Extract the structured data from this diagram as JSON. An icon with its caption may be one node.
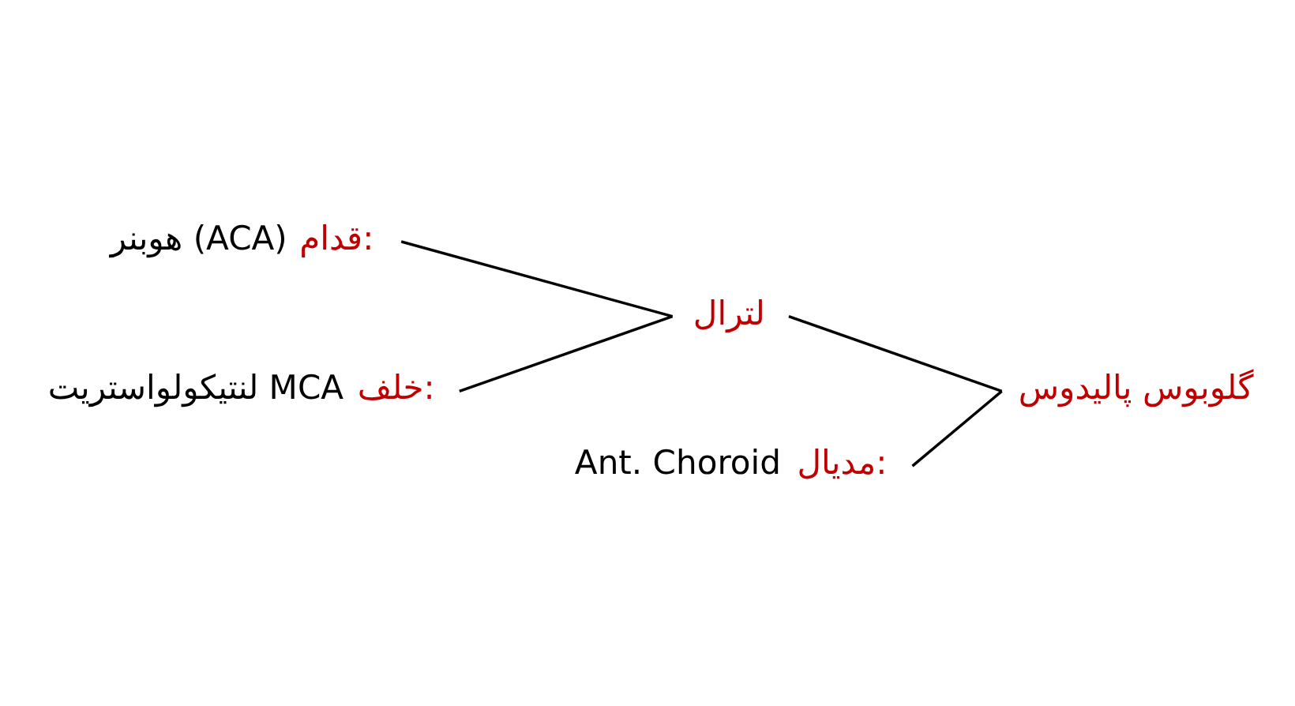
{
  "diagram": {
    "nodes": [
      {
        "text": [
          "قدام:",
          "هوبنر (ACA)"
        ]
      },
      {
        "text": [
          "لترال"
        ]
      },
      {
        "text": [
          "خلف:",
          "لنتیکولواستریت MCA"
        ]
      },
      {
        "text": [
          "گلوبوس پالیدوس"
        ]
      },
      {
        "text": [
          "مدیال:",
          "Ant. Choroid"
        ]
      }
    ],
    "edges": [
      {
        "from": 1,
        "to": 0,
        "arrow": "none"
      },
      {
        "from": 1,
        "to": 2,
        "arrow": "none"
      },
      {
        "from": 3,
        "to": 1,
        "arrow": "none"
      },
      {
        "from": 3,
        "to": 4,
        "arrow": "none"
      }
    ]
  }
}
